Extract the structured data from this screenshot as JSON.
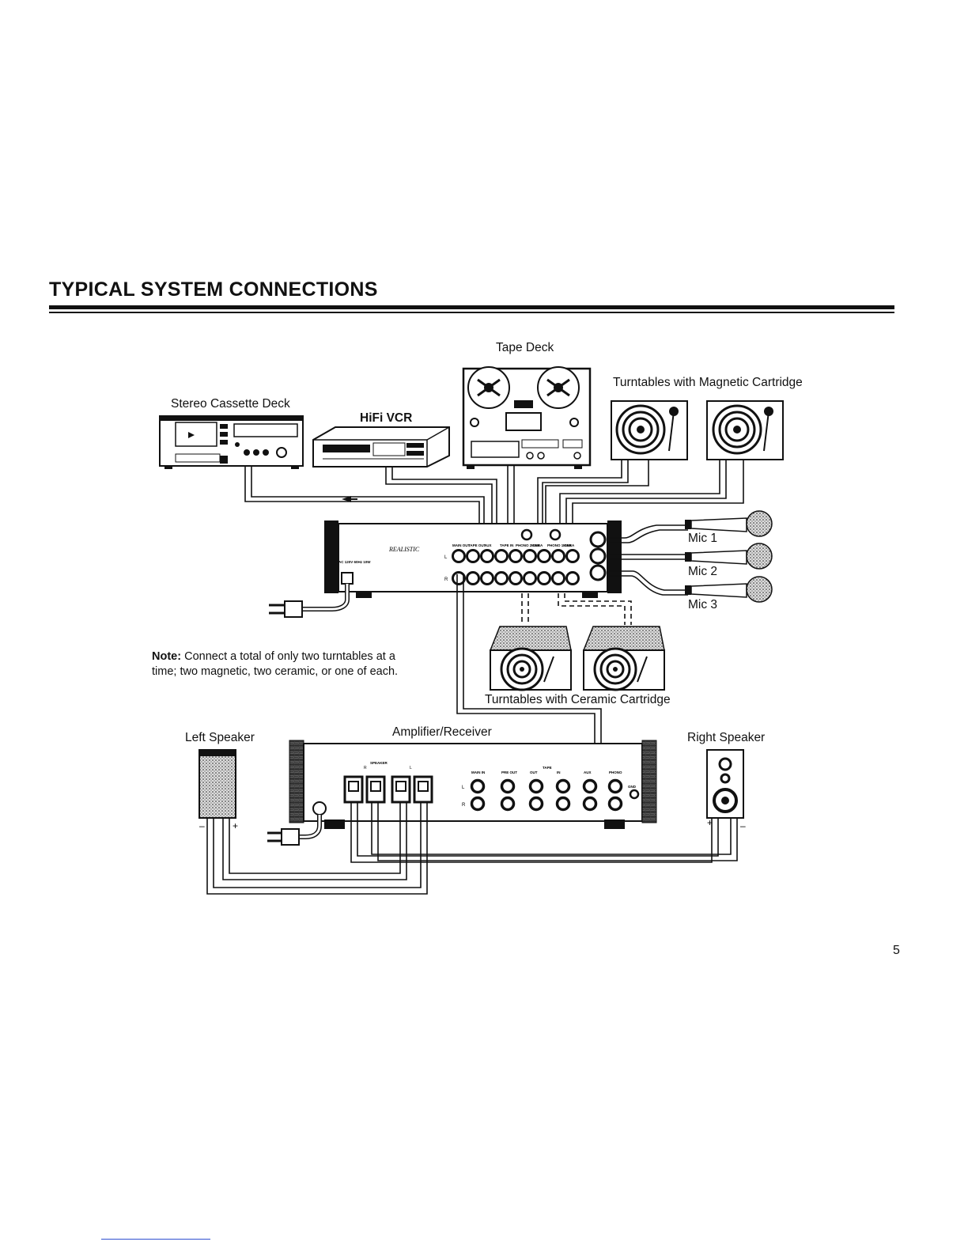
{
  "page": {
    "title": "TYPICAL SYSTEM CONNECTIONS",
    "page_number": "5"
  },
  "labels": {
    "tape_deck": "Tape Deck",
    "turntables_magnetic": "Turntables with Magnetic Cartridge",
    "stereo_cassette_deck": "Stereo Cassette Deck",
    "hifi_vcr": "HiFi VCR",
    "mic_1": "Mic 1",
    "mic_2": "Mic 2",
    "mic_3": "Mic 3",
    "turntables_ceramic": "Turntables with Ceramic Cartridge",
    "left_speaker": "Left Speaker",
    "amplifier_receiver": "Amplifier/Receiver",
    "right_speaker": "Right Speaker"
  },
  "note": {
    "heading": "Note:",
    "text": "Connect a total of only two turntables at a time; two magnetic, two ceramic, or one of each."
  },
  "mixer": {
    "brand": "REALISTIC",
    "power_label": "AC 120V 60Hz 10W",
    "jack_labels": [
      "MAIN OUT",
      "TAPE OUT",
      "AUX",
      "TAPE IN",
      "PHONO 2 CERA",
      "MAG",
      "PHONO 1 CERA",
      "MAG"
    ],
    "channel_left": "L",
    "channel_right": "R"
  },
  "amplifier": {
    "speaker_label": "SPEAKER",
    "speaker_r": "R",
    "speaker_l": "L",
    "jack_labels": [
      "MAIN IN",
      "PRE OUT",
      "OUT",
      "IN",
      "AUX",
      "PHONO"
    ],
    "tape_label": "TAPE",
    "gnd_label": "GND",
    "channel_left": "L",
    "channel_right": "R"
  },
  "speaker_terminals": {
    "minus": "–",
    "plus": "+"
  }
}
